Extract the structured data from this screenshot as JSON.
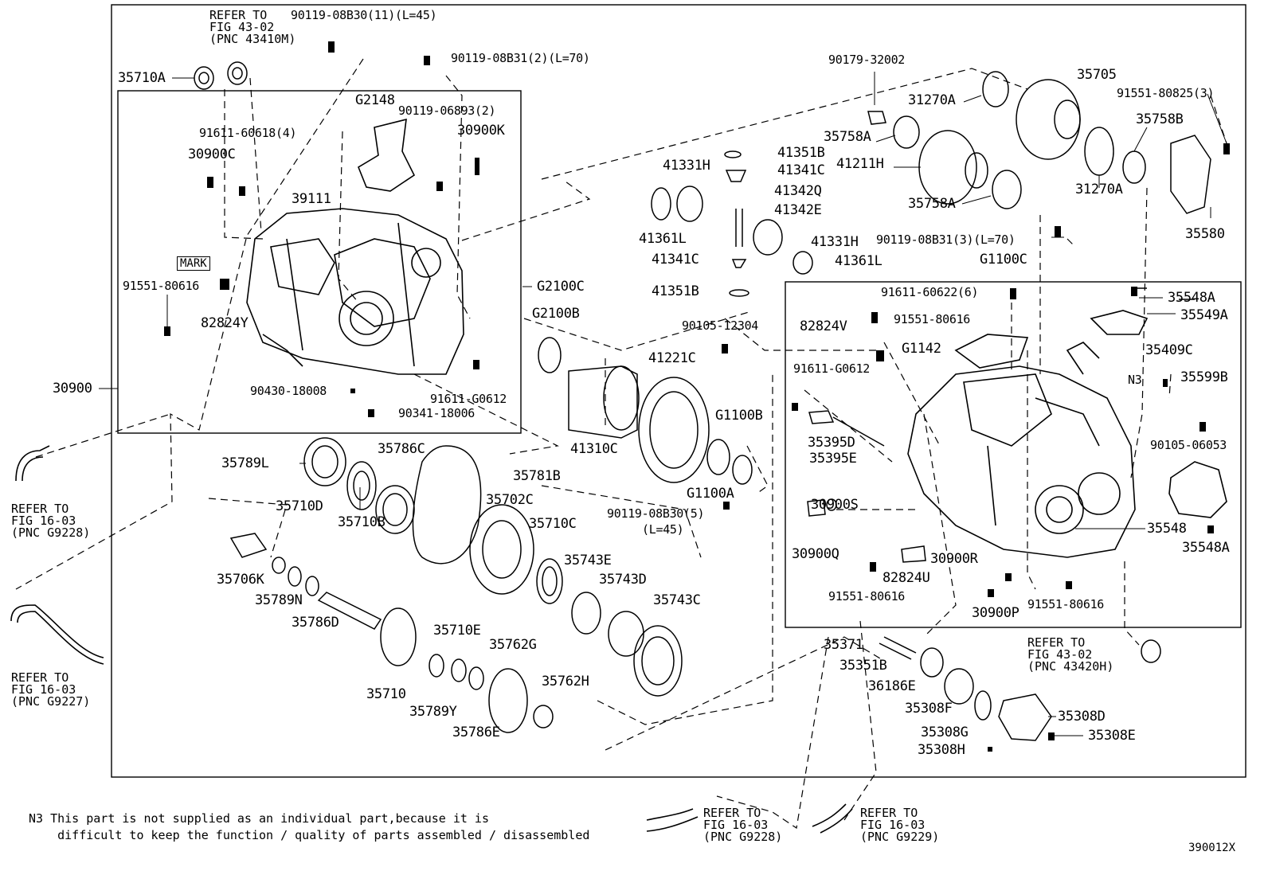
{
  "figure_id": "390012X",
  "note": {
    "tag": "N3",
    "line1": "This part is not supplied as an individual part,because it is",
    "line2": "difficult to keep the function / quality of parts assembled / disassembled"
  },
  "mark_box": "MARK",
  "n3_tag": "N3",
  "references": {
    "ref_top": {
      "line1": "REFER TO",
      "line2": "FIG 43-02",
      "line3": "(PNC 43410M)"
    },
    "ref_left1": {
      "line1": "REFER TO",
      "line2": "FIG 16-03",
      "line3": "(PNC G9228)"
    },
    "ref_left2": {
      "line1": "REFER TO",
      "line2": "FIG 16-03",
      "line3": "(PNC G9227)"
    },
    "ref_right": {
      "line1": "REFER TO",
      "line2": "FIG 43-02",
      "line3": "(PNC 43420H)"
    },
    "ref_bottom1": {
      "line1": "REFER TO",
      "line2": "FIG 16-03",
      "line3": "(PNC G9228)"
    },
    "ref_bottom2": {
      "line1": "REFER TO",
      "line2": "FIG 16-03",
      "line3": "(PNC G9229)"
    }
  },
  "parts": {
    "p90119_08B30_11": "90119-08B30(11)(L=45)",
    "p90119_08B31_2": "90119-08B31(2)(L=70)",
    "p35710A": "35710A",
    "pG2148": "G2148",
    "p90119_06893": "90119-06893(2)",
    "p30900K": "30900K",
    "p91611_60618": "91611-60618(4)",
    "p30900C": "30900C",
    "p39111": "39111",
    "p91551_80616_left": "91551-80616",
    "p82824Y": "82824Y",
    "pG2100C": "G2100C",
    "p30900": "30900",
    "p90430_18008": "90430-18008",
    "p91611_G0612_left": "91611-G0612",
    "p90341_18006": "90341-18006",
    "p35789L": "35789L",
    "p35786C": "35786C",
    "p35781B": "35781B",
    "p35710B": "35710B",
    "p35710D": "35710D",
    "p35702C": "35702C",
    "p35710C": "35710C",
    "p35706K": "35706K",
    "p35789N": "35789N",
    "p35786D": "35786D",
    "p35743E": "35743E",
    "p35743D": "35743D",
    "p35743C": "35743C",
    "p35710E": "35710E",
    "p35762G": "35762G",
    "p35710": "35710",
    "p35789Y": "35789Y",
    "p35786E": "35786E",
    "p35762H": "35762H",
    "p41331H_a": "41331H",
    "p41351B_a": "41351B",
    "p41341C_a": "41341C",
    "p41342Q": "41342Q",
    "p41342E": "41342E",
    "p41361L_a": "41361L",
    "p41331H_b": "41331H",
    "p41341C_b": "41341C",
    "p41361L_b": "41361L",
    "p41351B_b": "41351B",
    "pG2100B": "G2100B",
    "p90105_12304": "90105-12304",
    "p41221C": "41221C",
    "p41310C": "41310C",
    "pG1100B": "G1100B",
    "pG1100A": "G1100A",
    "p90119_08B30_5": "90119-08B30(5)",
    "pL45": "(L=45)",
    "p90179_32002": "90179-32002",
    "p35705": "35705",
    "p31270A_a": "31270A",
    "p91551_80825": "91551-80825(3)",
    "p35758A_a": "35758A",
    "p35758B": "35758B",
    "p41211H": "41211H",
    "p35758A_b": "35758A",
    "p31270A_b": "31270A",
    "p35580": "35580",
    "p90119_08B31_3": "90119-08B31(3)(L=70)",
    "pG1100C": "G1100C",
    "p91611_60622": "91611-60622(6)",
    "p35548A_a": "35548A",
    "p35549A": "35549A",
    "p82824V": "82824V",
    "p91551_80616_r1": "91551-80616",
    "pG1142": "G1142",
    "p91611_G0612_r": "91611-G0612",
    "p35409C": "35409C",
    "p35599B": "35599B",
    "p90105_06053": "90105-06053",
    "p35395D": "35395D",
    "p35395E": "35395E",
    "p30900S": "30900S",
    "p30900Q": "30900Q",
    "p82824U": "82824U",
    "p30900R": "30900R",
    "p91551_80616_r2": "91551-80616",
    "p30900P": "30900P",
    "p91551_80616_r3": "91551-80616",
    "p35548": "35548",
    "p35548A_b": "35548A",
    "p35371": "35371",
    "p35351B": "35351B",
    "p36186E": "36186E",
    "p35308F": "35308F",
    "p35308D": "35308D",
    "p35308G": "35308G",
    "p35308E": "35308E",
    "p35308H": "35308H"
  }
}
